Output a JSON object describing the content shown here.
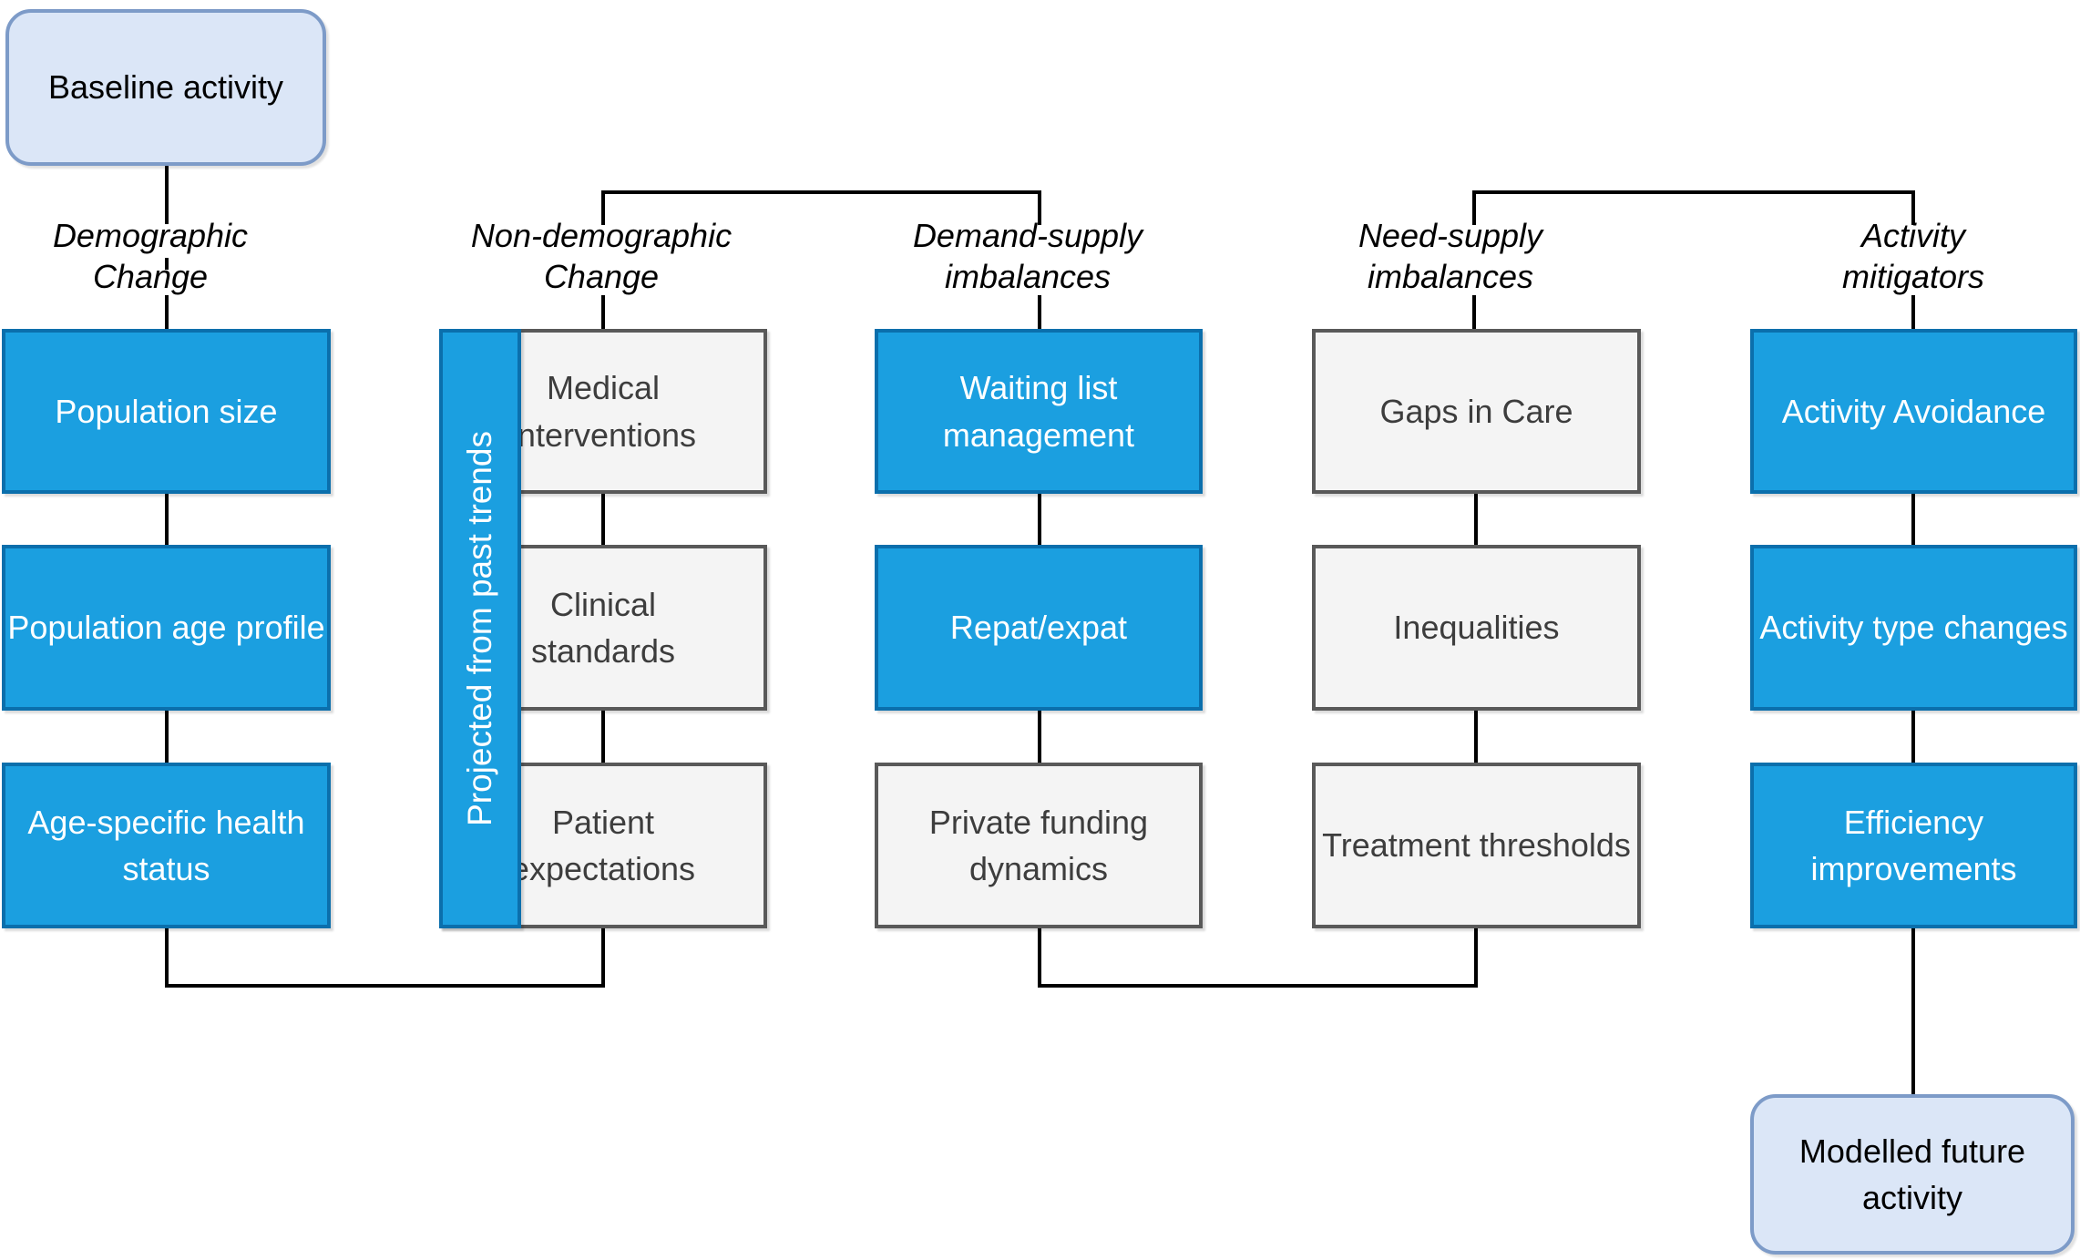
{
  "start_node": {
    "label": "Baseline activity"
  },
  "end_node": {
    "label": "Modelled future\nactivity"
  },
  "projection_bar": {
    "label": "Projected from past trends"
  },
  "columns": [
    {
      "header": "Demographic\nChange",
      "boxes": [
        {
          "label": "Population size"
        },
        {
          "label": "Population age profile"
        },
        {
          "label": "Age-specific health\nstatus"
        }
      ]
    },
    {
      "header": "Non-demographic\nChange",
      "boxes": [
        {
          "label": "Medical\ninterventions"
        },
        {
          "label": "Clinical\nstandards"
        },
        {
          "label": "Patient\nexpectations"
        }
      ]
    },
    {
      "header": "Demand-supply\nimbalances",
      "boxes": [
        {
          "label": "Waiting list\nmanagement"
        },
        {
          "label": "Repat/expat"
        },
        {
          "label": "Private funding\ndynamics"
        }
      ]
    },
    {
      "header": "Need-supply\nimbalances",
      "boxes": [
        {
          "label": "Gaps in Care"
        },
        {
          "label": "Inequalities"
        },
        {
          "label": "Treatment thresholds"
        }
      ]
    },
    {
      "header": "Activity\nmitigators",
      "boxes": [
        {
          "label": "Activity Avoidance"
        },
        {
          "label": "Activity type changes"
        },
        {
          "label": "Efficiency\nimprovements"
        }
      ]
    }
  ],
  "colors": {
    "modelled_box_fill": "#1b9fe0",
    "modelled_box_border": "#0b6fac",
    "unmodelled_box_fill": "#f4f4f4",
    "unmodelled_box_border": "#595959",
    "terminal_fill": "#dbe6f7",
    "terminal_border": "#7d9bc8",
    "connector": "#000000"
  }
}
